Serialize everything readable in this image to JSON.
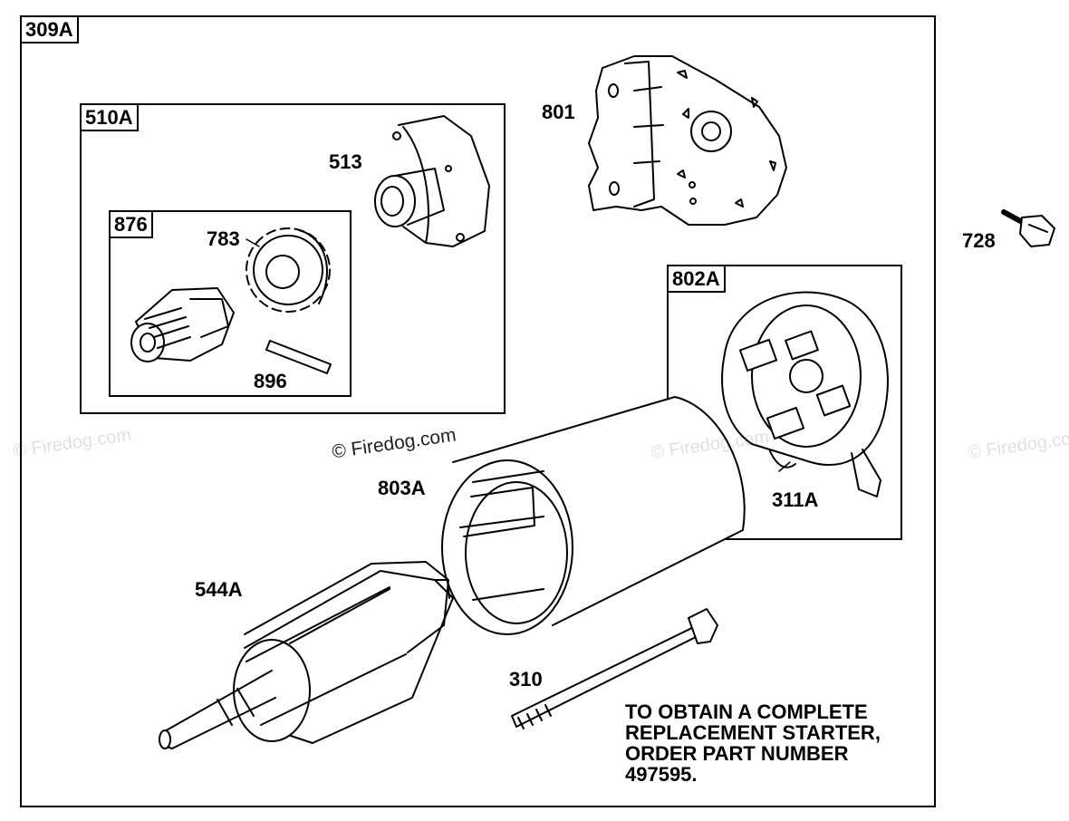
{
  "frames": {
    "main_label": "309A",
    "drive_label": "510A",
    "clutch_label": "876",
    "brush_label": "802A"
  },
  "parts": {
    "p801": "801",
    "p513": "513",
    "p783": "783",
    "p896": "896",
    "p728": "728",
    "p803A": "803A",
    "p311A": "311A",
    "p544A": "544A",
    "p310": "310"
  },
  "note": {
    "line1": "TO OBTAIN A COMPLETE",
    "line2": "REPLACEMENT STARTER,",
    "line3": "ORDER PART NUMBER",
    "line4": "497595."
  },
  "watermarks": {
    "main": "© Firedog.com",
    "faint": "© Firedog.com"
  }
}
